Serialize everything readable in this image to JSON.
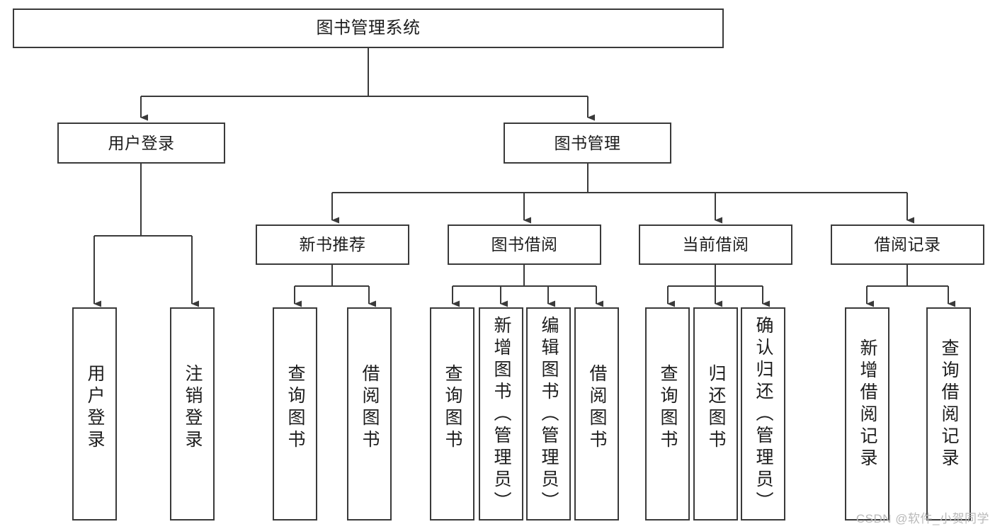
{
  "diagram": {
    "title": "图书管理系统",
    "type": "tree-hierarchy",
    "colors": {
      "border": "#3a3a3a",
      "background": "#ffffff",
      "text": "#1d1d1d",
      "watermark": "#b9b9b9"
    },
    "root": {
      "label": "图书管理系统"
    },
    "level2": [
      {
        "id": "user-login",
        "label": "用户登录"
      },
      {
        "id": "book-management",
        "label": "图书管理"
      }
    ],
    "level3": [
      {
        "id": "new-book-recommend",
        "label": "新书推荐"
      },
      {
        "id": "book-borrow",
        "label": "图书借阅"
      },
      {
        "id": "current-borrow",
        "label": "当前借阅"
      },
      {
        "id": "borrow-record",
        "label": "借阅记录"
      }
    ],
    "leaves": {
      "user_login": [
        {
          "id": "leaf-user-login",
          "label": "用户登录"
        },
        {
          "id": "leaf-user-logout",
          "label": "注销登录"
        }
      ],
      "new_book_recommend": [
        {
          "id": "leaf-query-book-1",
          "label": "查询图书"
        },
        {
          "id": "leaf-borrow-book-1",
          "label": "借阅图书"
        }
      ],
      "book_borrow": [
        {
          "id": "leaf-query-book-2",
          "label": "查询图书"
        },
        {
          "id": "leaf-add-book",
          "label": "新增图书（管理员）"
        },
        {
          "id": "leaf-edit-book",
          "label": "编辑图书（管理员）"
        },
        {
          "id": "leaf-borrow-book-2",
          "label": "借阅图书"
        }
      ],
      "current_borrow": [
        {
          "id": "leaf-query-book-3",
          "label": "查询图书"
        },
        {
          "id": "leaf-return-book",
          "label": "归还图书"
        },
        {
          "id": "leaf-confirm-return",
          "label": "确认归还（管理员）"
        }
      ],
      "borrow_record": [
        {
          "id": "leaf-add-record",
          "label": "新增借阅记录"
        },
        {
          "id": "leaf-query-record",
          "label": "查询借阅记录"
        }
      ]
    }
  },
  "watermark": {
    "text": "CSDN @软件_小贺同学"
  }
}
